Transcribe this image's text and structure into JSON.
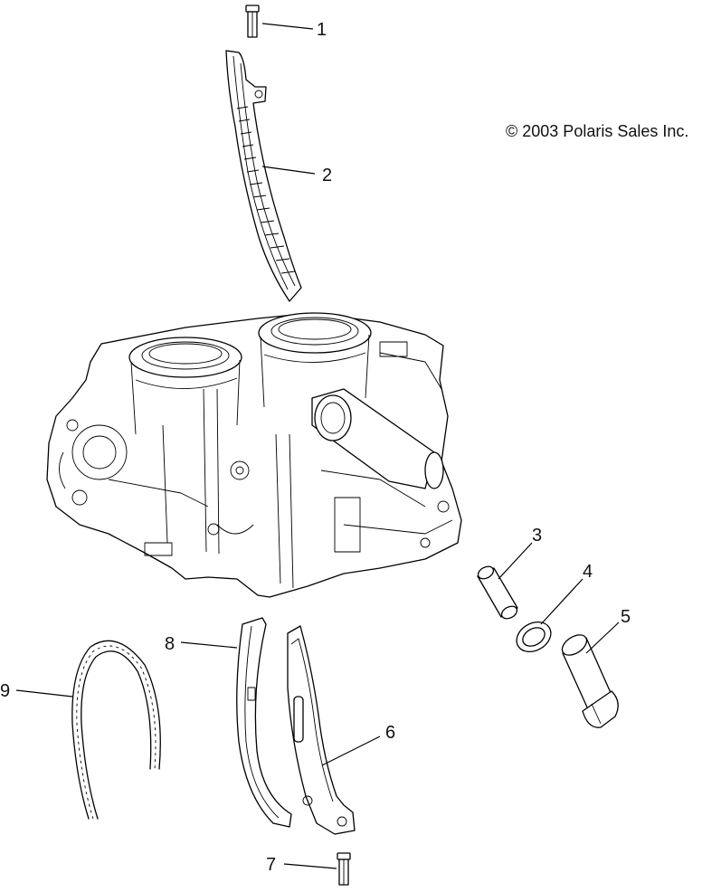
{
  "copyright": "© 2003 Polaris Sales Inc.",
  "callouts": [
    {
      "id": "1",
      "label": "1"
    },
    {
      "id": "2",
      "label": "2"
    },
    {
      "id": "3",
      "label": "3"
    },
    {
      "id": "4",
      "label": "4"
    },
    {
      "id": "5",
      "label": "5"
    },
    {
      "id": "6",
      "label": "6"
    },
    {
      "id": "7",
      "label": "7"
    },
    {
      "id": "8",
      "label": "8"
    },
    {
      "id": "9",
      "label": "9"
    }
  ]
}
